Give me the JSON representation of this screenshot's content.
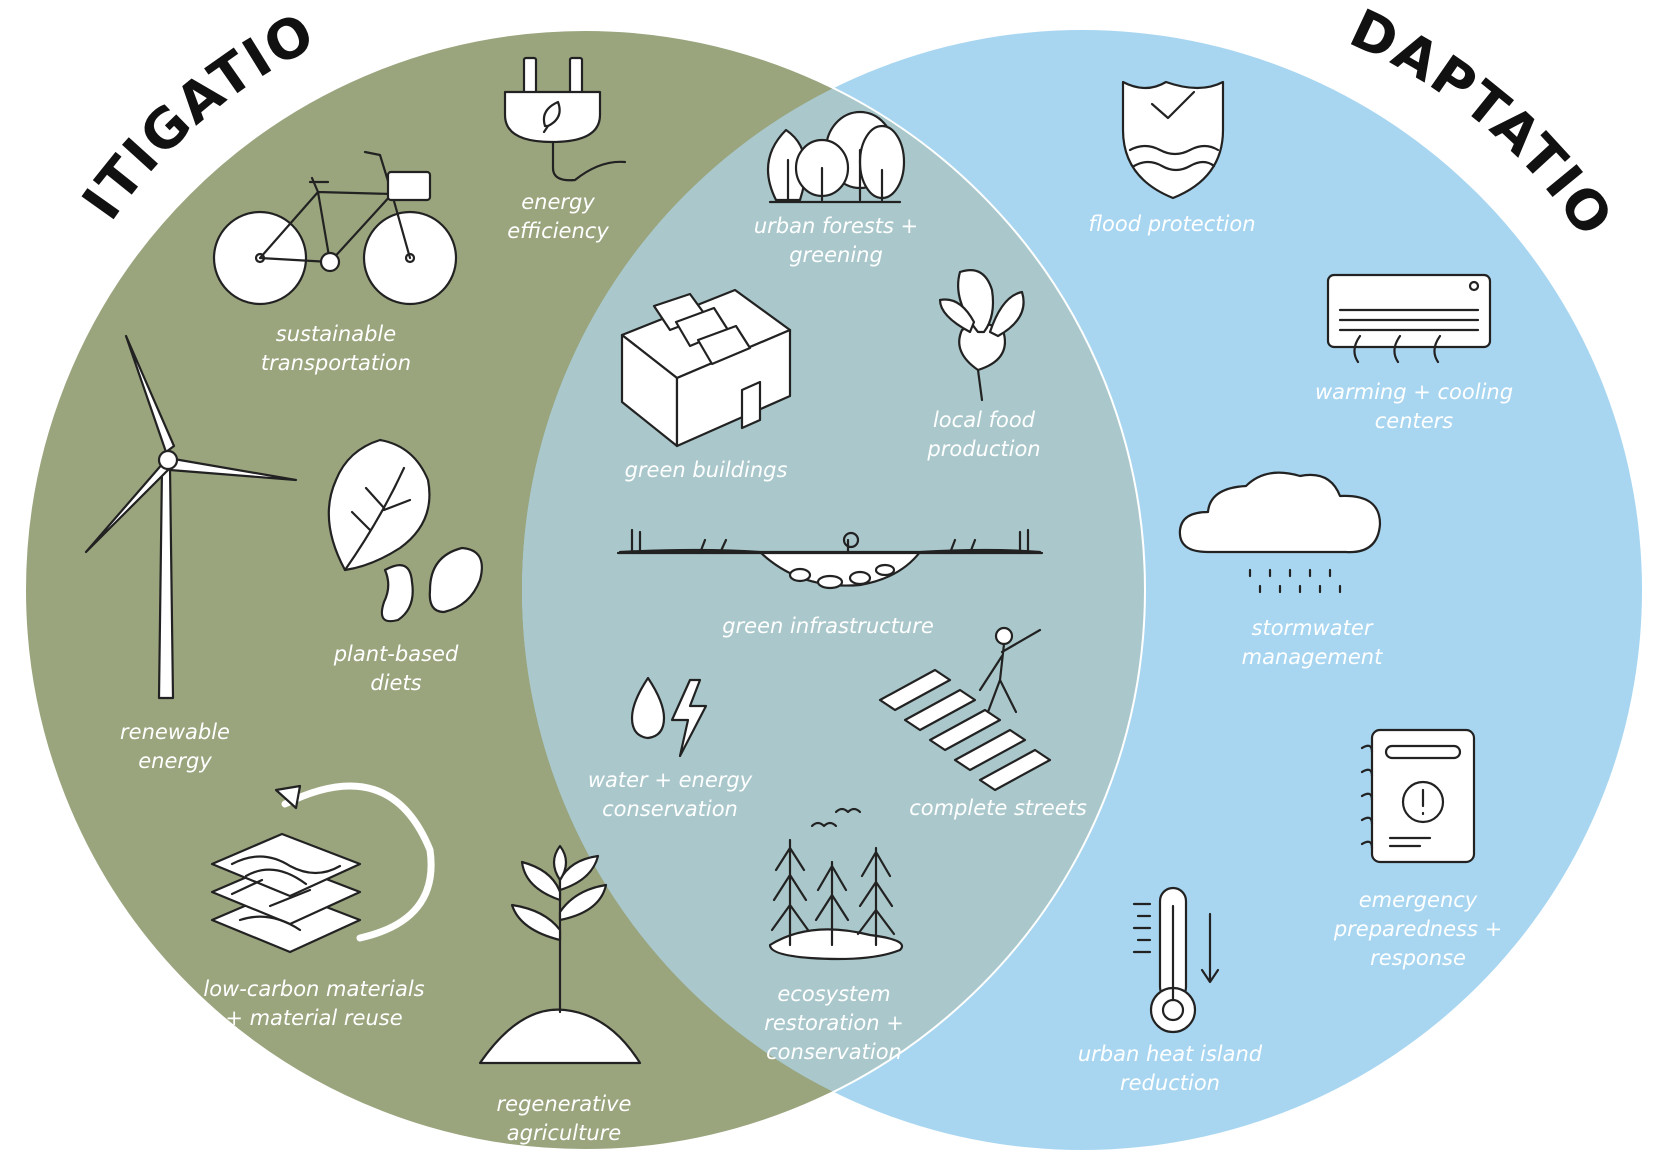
{
  "titles": {
    "left": "MITIGATION",
    "right": "ADAPTATION"
  },
  "colors": {
    "mitigation": "#9aa57e",
    "adaptation": "#a8d6f1",
    "overlap": "#aac8cb",
    "label_text": "#ffffff",
    "outline": "#222222"
  },
  "mitigation": [
    {
      "id": "energy-efficiency",
      "lines": [
        "energy",
        "efficiency"
      ],
      "icon": "plug-leaf-icon"
    },
    {
      "id": "sustainable-transportation",
      "lines": [
        "sustainable",
        "transportation"
      ],
      "icon": "bicycle-icon"
    },
    {
      "id": "renewable-energy",
      "lines": [
        "renewable",
        "energy"
      ],
      "icon": "wind-turbine-icon"
    },
    {
      "id": "plant-based-diets",
      "lines": [
        "plant-based",
        "diets"
      ],
      "icon": "lettuce-beans-icon"
    },
    {
      "id": "low-carbon-materials",
      "lines": [
        "low-carbon materials",
        "+ material reuse"
      ],
      "icon": "material-layers-icon"
    },
    {
      "id": "regenerative-agriculture",
      "lines": [
        "regenerative",
        "agriculture"
      ],
      "icon": "seedling-icon"
    }
  ],
  "overlap": [
    {
      "id": "urban-forests",
      "lines": [
        "urban forests +",
        "greening"
      ],
      "icon": "trees-icon"
    },
    {
      "id": "green-buildings",
      "lines": [
        "green buildings"
      ],
      "icon": "solar-building-icon"
    },
    {
      "id": "local-food",
      "lines": [
        "local food",
        "production"
      ],
      "icon": "beet-icon"
    },
    {
      "id": "green-infrastructure",
      "lines": [
        "green infrastructure"
      ],
      "icon": "bioswale-icon"
    },
    {
      "id": "water-energy",
      "lines": [
        "water + energy",
        "conservation"
      ],
      "icon": "drop-bolt-icon"
    },
    {
      "id": "complete-streets",
      "lines": [
        "complete streets"
      ],
      "icon": "crosswalk-icon"
    },
    {
      "id": "ecosystem-restoration",
      "lines": [
        "ecosystem",
        "restoration +",
        "conservation"
      ],
      "icon": "pine-trees-icon"
    }
  ],
  "adaptation": [
    {
      "id": "flood-protection",
      "lines": [
        "flood protection"
      ],
      "icon": "shield-wave-icon"
    },
    {
      "id": "warming-cooling",
      "lines": [
        "warming + cooling",
        "centers"
      ],
      "icon": "air-conditioner-icon"
    },
    {
      "id": "stormwater",
      "lines": [
        "stormwater",
        "management"
      ],
      "icon": "rain-cloud-icon"
    },
    {
      "id": "emergency",
      "lines": [
        "emergency",
        "preparedness +",
        "response"
      ],
      "icon": "alert-notebook-icon"
    },
    {
      "id": "urban-heat",
      "lines": [
        "urban heat island",
        "reduction"
      ],
      "icon": "thermometer-icon"
    }
  ]
}
